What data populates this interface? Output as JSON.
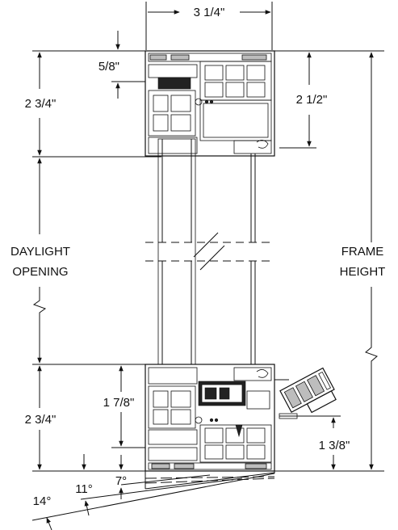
{
  "dimensions": {
    "overall_width": "3 1/4\"",
    "top_offset": "5/8\"",
    "head_height": "2 3/4\"",
    "head_inner": "2 1/2\"",
    "sill_height": "2 3/4\"",
    "sill_upper": "1 7/8\"",
    "sill_lower": "1 3/8\""
  },
  "labels": {
    "daylight": "DAYLIGHT",
    "opening": "OPENING",
    "frame": "FRAME",
    "height": "HEIGHT"
  },
  "angles": {
    "a1": "7°",
    "a2": "11°",
    "a3": "14°"
  }
}
